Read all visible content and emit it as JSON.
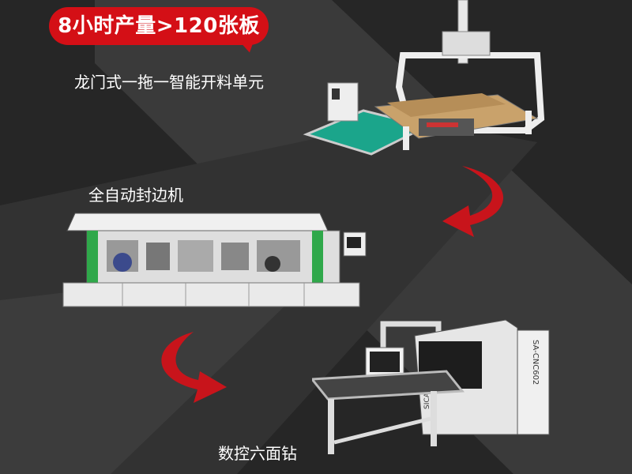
{
  "badge": {
    "text": "8小时产量>120张板",
    "color": "#d40f16"
  },
  "labels": {
    "gantry_unit": "龙门式一拖一智能开料单元",
    "edge_bander": "全自动封边机",
    "six_side_drill": "数控六面钻"
  },
  "machine_brand": "SICAMC",
  "machine_model": "SA-CNC602",
  "colors": {
    "background": "#2a2a2a",
    "accent_red": "#d40f16",
    "machine_green": "#2fa84a"
  }
}
